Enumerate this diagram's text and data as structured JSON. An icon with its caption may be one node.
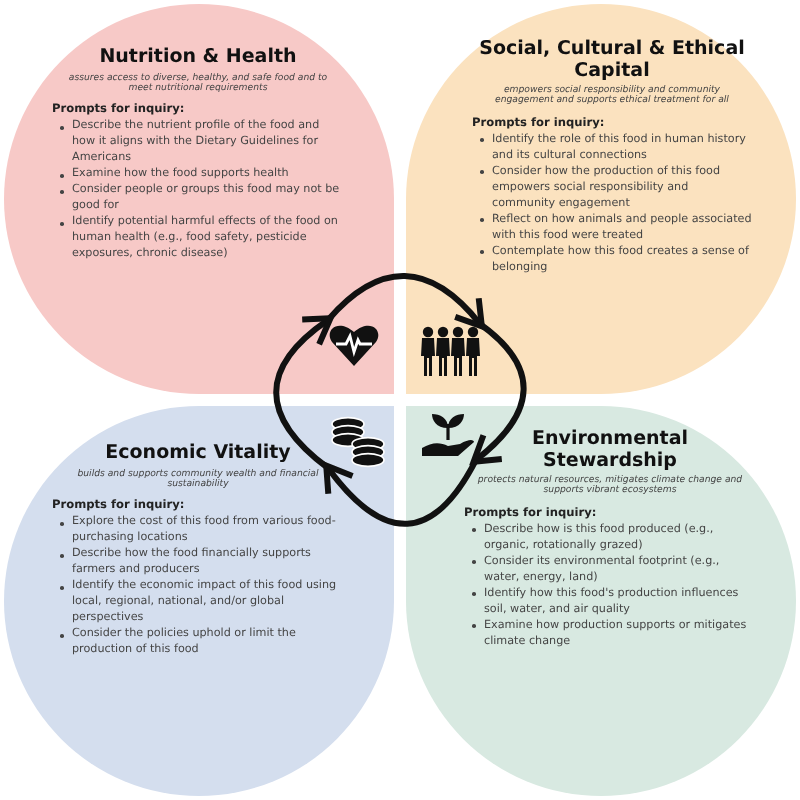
{
  "diagram": {
    "nodes": [
      {
        "text": [
          "Nutrition & Health",
          "assures access to diverse, healthy, and safe food and to meet nutritional requirements",
          "Prompts for inquiry:",
          "Describe the nutrient profile of the food and how it aligns with the Dietary Guidelines for Americans",
          "Examine how the food supports health",
          "Consider people or groups this food may not be good for",
          "Identify potential harmful effects of the food on human health (e.g., food safety, pesticide exposures, chronic disease)"
        ]
      },
      {
        "text": [
          "Social, Cultural & Ethical Capital",
          "empowers social responsibility and community engagement and supports ethical treatment for all",
          "Prompts for inquiry:",
          "Identify the role of this food in human history and its cultural connections",
          "Consider how the production of this food empowers social responsibility and community engagement",
          "Reflect on how animals and people associated with this food were treated",
          "Contemplate how this food creates a sense of belonging"
        ]
      },
      {
        "text": [
          "Economic Vitality",
          "builds and supports community wealth and financial sustainability",
          "Prompts for inquiry:",
          "Explore the cost of this food from various food-purchasing locations",
          "Describe how the food financially supports farmers and producers",
          "Identify the economic impact of this food using local, regional, national, and/or global perspectives",
          "Consider the policies uphold or limit the production of this food"
        ]
      },
      {
        "text": [
          "Environmental Stewardship",
          "protects natural resources, mitigates climate change and supports vibrant ecosystems",
          "Prompts for inquiry:",
          "Describe how is this food produced (e.g., organic, rotationally grazed)",
          "Consider its environmental footprint (e.g., water, energy, land)",
          "Identify how this food's production influences soil, water, and air quality",
          "Examine how production supports or mitigates climate change"
        ]
      },
      {
        "text": [],
        "shape": "heart",
        "in": 0
      },
      {
        "text": [],
        "shape": "people",
        "in": 1
      },
      {
        "text": [],
        "shape": "plant",
        "in": 3
      },
      {
        "text": [],
        "shape": "coins",
        "in": 2
      }
    ],
    "edges": [
      {
        "from": 4,
        "to": 5,
        "arrow": "to"
      },
      {
        "from": 5,
        "to": 6,
        "arrow": "to"
      },
      {
        "from": 6,
        "to": 7,
        "arrow": "to"
      },
      {
        "from": 7,
        "to": 4,
        "arrow": "to"
      }
    ]
  }
}
